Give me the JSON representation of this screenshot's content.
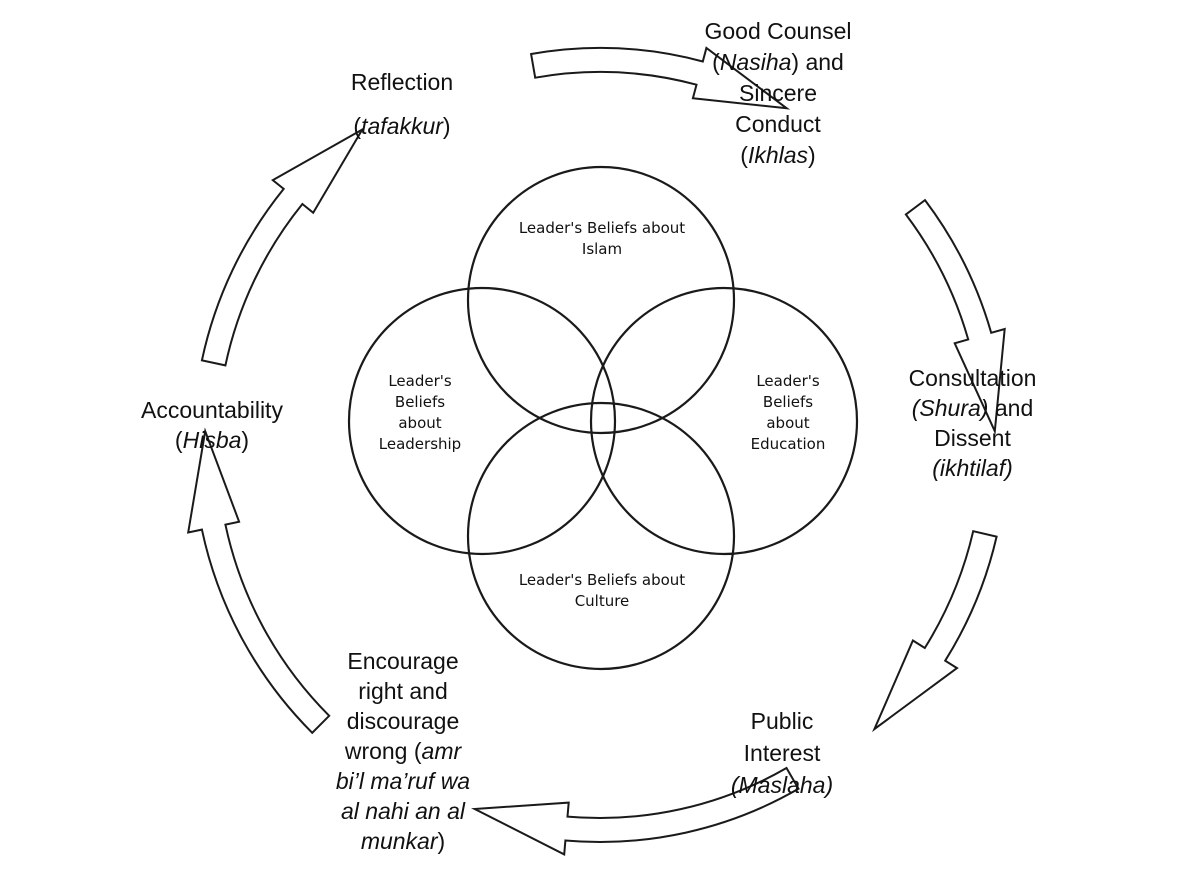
{
  "center": {
    "islam": [
      "Leader's Beliefs about",
      "Islam"
    ],
    "leadership": [
      "Leader's",
      "Beliefs",
      "about",
      "Leadership"
    ],
    "education": [
      "Leader's",
      "Beliefs",
      "about",
      "Education"
    ],
    "culture": [
      "Leader's Beliefs about",
      "Culture"
    ]
  },
  "cycle": {
    "reflection": {
      "title": "Reflection",
      "term": "tafakkur"
    },
    "good_counsel": {
      "lines": [
        [
          {
            "t": "Good Counsel"
          }
        ],
        [
          {
            "t": "("
          },
          {
            "t": "Nasiha",
            "i": true
          },
          {
            "t": ") and"
          }
        ],
        [
          {
            "t": "Sincere"
          }
        ],
        [
          {
            "t": "Conduct"
          }
        ],
        [
          {
            "t": "("
          },
          {
            "t": "Ikhlas",
            "i": true
          },
          {
            "t": ")"
          }
        ]
      ]
    },
    "consultation": {
      "lines": [
        [
          {
            "t": "Consultation"
          }
        ],
        [
          {
            "t": "(Shura)",
            "i": true
          },
          {
            "t": " and"
          }
        ],
        [
          {
            "t": "Dissent"
          }
        ],
        [
          {
            "t": "(ikhtilaf)",
            "i": true
          }
        ]
      ]
    },
    "public_interest": {
      "lines": [
        [
          {
            "t": "Public"
          }
        ],
        [
          {
            "t": "Interest"
          }
        ],
        [
          {
            "t": "(Maslaha)",
            "i": true
          }
        ]
      ]
    },
    "encourage": {
      "lines": [
        [
          {
            "t": "Encourage"
          }
        ],
        [
          {
            "t": "right and"
          }
        ],
        [
          {
            "t": "discourage"
          }
        ],
        [
          {
            "t": "wrong ("
          },
          {
            "t": "amr",
            "i": true
          }
        ],
        [
          {
            "t": "bi’l ma’ruf wa",
            "i": true
          }
        ],
        [
          {
            "t": "al nahi an al",
            "i": true
          }
        ],
        [
          {
            "t": "munkar",
            "i": true
          },
          {
            "t": ")"
          }
        ]
      ]
    },
    "accountability": {
      "title": "Accountability",
      "term": "Hisba"
    }
  },
  "colors": {
    "stroke": "#1a1a1a",
    "overlap_stroke": "#8a8a8a",
    "text": "#111111"
  },
  "icons": [
    "arrow-reflection-to-counsel",
    "arrow-counsel-to-consultation",
    "arrow-consultation-to-interest",
    "arrow-interest-to-encourage",
    "arrow-encourage-to-accountability",
    "arrow-accountability-to-reflection"
  ]
}
